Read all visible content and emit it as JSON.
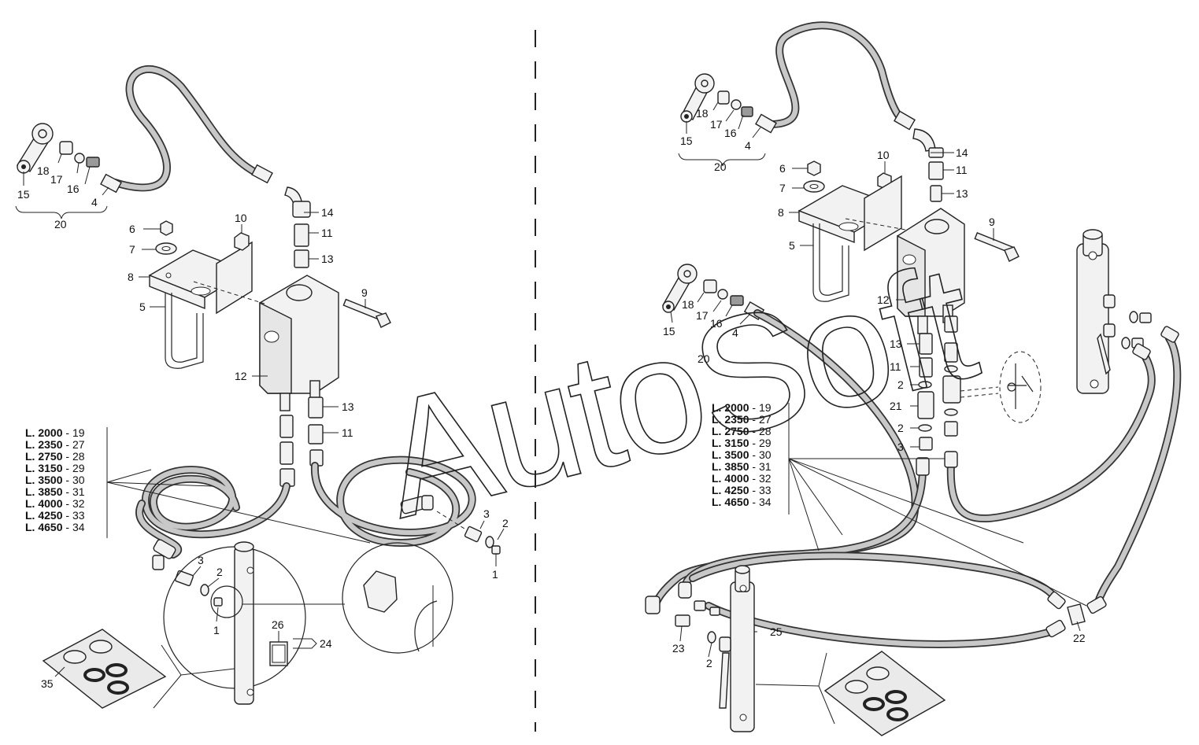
{
  "watermark": "AutoSoft",
  "left_view": {
    "callouts": [
      {
        "id": "l15",
        "text": "15"
      },
      {
        "id": "l18",
        "text": "18"
      },
      {
        "id": "l17",
        "text": "17"
      },
      {
        "id": "l16",
        "text": "16"
      },
      {
        "id": "l4",
        "text": "4"
      },
      {
        "id": "l20",
        "text": "20"
      },
      {
        "id": "l6",
        "text": "6"
      },
      {
        "id": "l7",
        "text": "7"
      },
      {
        "id": "l8",
        "text": "8"
      },
      {
        "id": "l5",
        "text": "5"
      },
      {
        "id": "l10",
        "text": "10"
      },
      {
        "id": "l14",
        "text": "14"
      },
      {
        "id": "l11a",
        "text": "11"
      },
      {
        "id": "l13a",
        "text": "13"
      },
      {
        "id": "l9",
        "text": "9"
      },
      {
        "id": "l12",
        "text": "12"
      },
      {
        "id": "l13b",
        "text": "13"
      },
      {
        "id": "l11b",
        "text": "11"
      },
      {
        "id": "l3a",
        "text": "3"
      },
      {
        "id": "l2a",
        "text": "2"
      },
      {
        "id": "l1a",
        "text": "1"
      },
      {
        "id": "l3b",
        "text": "3"
      },
      {
        "id": "l2b",
        "text": "2"
      },
      {
        "id": "l1b",
        "text": "1"
      },
      {
        "id": "l26",
        "text": "26"
      },
      {
        "id": "l24",
        "text": "24"
      },
      {
        "id": "l35",
        "text": "35"
      }
    ],
    "lengths": [
      {
        "len": "L. 2000",
        "part": "19"
      },
      {
        "len": "L. 2350",
        "part": "27"
      },
      {
        "len": "L. 2750",
        "part": "28"
      },
      {
        "len": "L. 3150",
        "part": "29"
      },
      {
        "len": "L. 3500",
        "part": "30"
      },
      {
        "len": "L. 3850",
        "part": "31"
      },
      {
        "len": "L. 4000",
        "part": "32"
      },
      {
        "len": "L. 4250",
        "part": "33"
      },
      {
        "len": "L. 4650",
        "part": "34"
      }
    ]
  },
  "right_view": {
    "callouts": [
      {
        "id": "r18",
        "text": "18"
      },
      {
        "id": "r17",
        "text": "17"
      },
      {
        "id": "r16",
        "text": "16"
      },
      {
        "id": "r15",
        "text": "15"
      },
      {
        "id": "r4",
        "text": "4"
      },
      {
        "id": "r20",
        "text": "20"
      },
      {
        "id": "r14",
        "text": "14"
      },
      {
        "id": "r11a",
        "text": "11"
      },
      {
        "id": "r13a",
        "text": "13"
      },
      {
        "id": "r10",
        "text": "10"
      },
      {
        "id": "r6",
        "text": "6"
      },
      {
        "id": "r7",
        "text": "7"
      },
      {
        "id": "r8",
        "text": "8"
      },
      {
        "id": "r5",
        "text": "5"
      },
      {
        "id": "r9",
        "text": "9"
      },
      {
        "id": "r12",
        "text": "12"
      },
      {
        "id": "r18b",
        "text": "18"
      },
      {
        "id": "r17b",
        "text": "17"
      },
      {
        "id": "r16b",
        "text": "16"
      },
      {
        "id": "r15b",
        "text": "15"
      },
      {
        "id": "r4b",
        "text": "4"
      },
      {
        "id": "r20b",
        "text": "20"
      },
      {
        "id": "r13b",
        "text": "13"
      },
      {
        "id": "r11b",
        "text": "11"
      },
      {
        "id": "r2a",
        "text": "2"
      },
      {
        "id": "r21",
        "text": "21"
      },
      {
        "id": "r2b",
        "text": "2"
      },
      {
        "id": "r3",
        "text": "3"
      },
      {
        "id": "r25",
        "text": "25"
      },
      {
        "id": "r23",
        "text": "23"
      },
      {
        "id": "r2c",
        "text": "2"
      },
      {
        "id": "r22",
        "text": "22"
      }
    ],
    "lengths": [
      {
        "len": "L. 2000",
        "part": "19"
      },
      {
        "len": "L. 2350",
        "part": "27"
      },
      {
        "len": "L. 2750",
        "part": "28"
      },
      {
        "len": "L. 3150",
        "part": "29"
      },
      {
        "len": "L. 3500",
        "part": "30"
      },
      {
        "len": "L. 3850",
        "part": "31"
      },
      {
        "len": "L. 4000",
        "part": "32"
      },
      {
        "len": "L. 4250",
        "part": "33"
      },
      {
        "len": "L. 4650",
        "part": "34"
      }
    ]
  }
}
